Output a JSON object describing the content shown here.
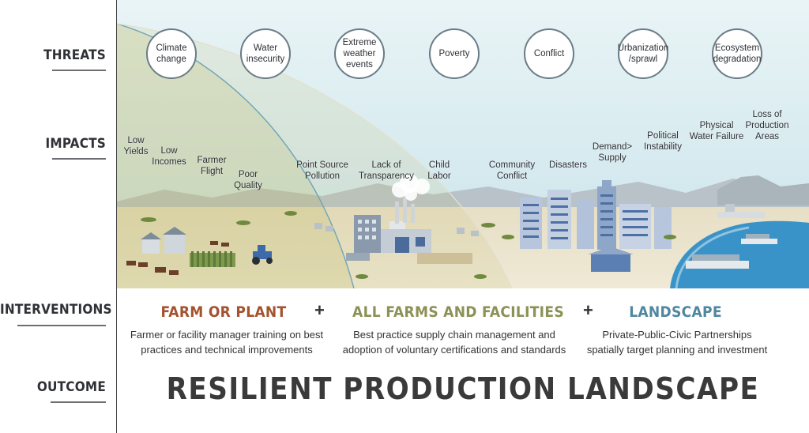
{
  "labels": {
    "threats": "THREATS",
    "impacts": "IMPACTS",
    "interventions": "INTERVENTIONS",
    "outcome": "OUTCOME"
  },
  "threats": [
    "Climate change",
    "Water insecurity",
    "Extreme weather events",
    "Poverty",
    "Conflict",
    "Urbanization /sprawl",
    "Ecosystem degradation"
  ],
  "impacts": {
    "low_yields": "Low Yields",
    "low_incomes": "Low Incomes",
    "farmer_flight": "Farmer Flight",
    "poor_quality": "Poor Quality",
    "point_source_pollution": "Point Source Pollution",
    "lack_of_transparency": "Lack of Transparency",
    "child_labor": "Child Labor",
    "community_conflict": "Community Conflict",
    "disasters": "Disasters",
    "demand_supply": "Demand> Supply",
    "political_instability": "Political Instability",
    "physical_water_failure": "Physical Water Failure",
    "loss_of_production_areas": "Loss of Production Areas"
  },
  "interventions": {
    "farm": {
      "title": "FARM OR PLANT",
      "line1": "Farmer or facility manager training on best",
      "line2": "practices and technical improvements"
    },
    "facilities": {
      "title": "ALL FARMS AND FACILITIES",
      "line1": "Best practice supply chain management and",
      "line2": "adoption of voluntary certifications and standards"
    },
    "landscape": {
      "title": "LANDSCAPE",
      "line1": "Private-Public-Civic Partnerships",
      "line2": "spatially target planning and investment"
    },
    "plus": "+"
  },
  "outcome": "RESILIENT PRODUCTION LANDSCAPE",
  "colors": {
    "farm": "#a4522f",
    "facilities": "#8c9155",
    "landscape": "#4f87a0",
    "sky": "#d6ebef",
    "ground": "#ece5cf",
    "water": "#3a93c8"
  }
}
